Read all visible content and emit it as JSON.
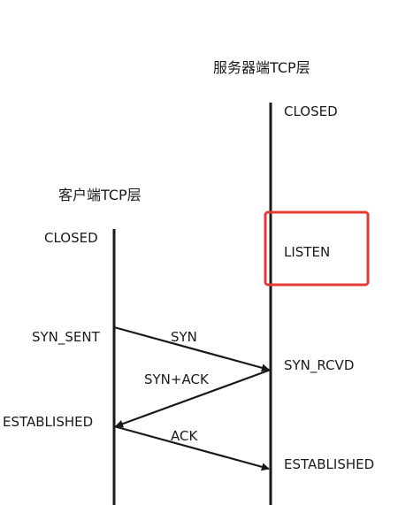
{
  "server": {
    "title": "服务器端TCP层",
    "states": {
      "closed": "CLOSED",
      "listen": "LISTEN",
      "syn_rcvd": "SYN_RCVD",
      "established": "ESTABLISHED"
    }
  },
  "client": {
    "title": "客户端TCP层",
    "states": {
      "closed": "CLOSED",
      "syn_sent": "SYN_SENT",
      "established": "ESTABLISHED"
    }
  },
  "messages": {
    "syn": "SYN",
    "syn_ack": "SYN+ACK",
    "ack": "ACK"
  },
  "colors": {
    "line": "#1a1a1a",
    "highlight": "#e53935"
  },
  "icons": {
    "arrow": "filled-triangle-arrowhead"
  }
}
